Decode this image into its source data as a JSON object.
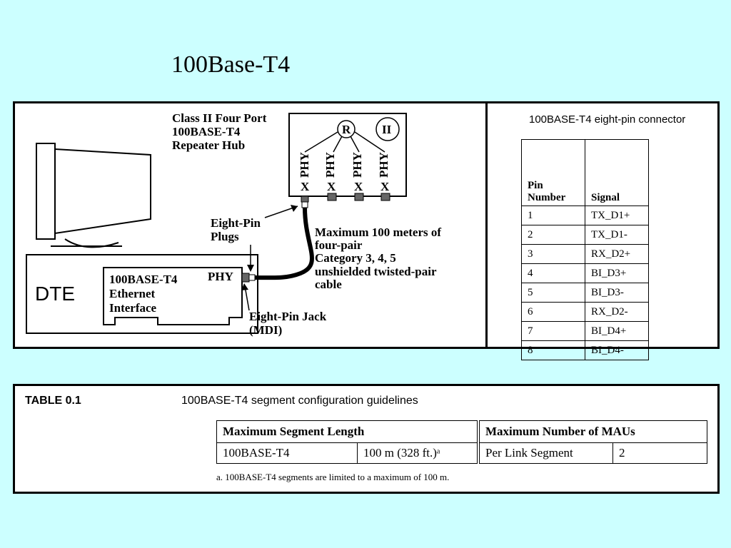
{
  "title": "100Base-T4",
  "diagram": {
    "hub_label": [
      "Class II Four Port",
      "100BASE-T4",
      "Repeater Hub"
    ],
    "hub_repeater": "R",
    "hub_class": "II",
    "phy": "PHY",
    "port_x": "X",
    "plugs_label": [
      "Eight-Pin",
      "Plugs"
    ],
    "cable_label": [
      "Maximum 100 meters of",
      "four-pair",
      "Category 3, 4, 5",
      "unshielded twisted-pair",
      "cable"
    ],
    "dte": "DTE",
    "interface_label": [
      "100BASE-T4",
      "Ethernet",
      "Interface"
    ],
    "jack_label": [
      "Eight-Pin Jack",
      "(MDI)"
    ]
  },
  "pin_table": {
    "caption": "100BASE-T4 eight-pin connector",
    "col_pin": "Pin Number",
    "col_signal": "Signal",
    "rows": [
      {
        "pin": "1",
        "signal": "TX_D1+"
      },
      {
        "pin": "2",
        "signal": "TX_D1-"
      },
      {
        "pin": "3",
        "signal": "RX_D2+"
      },
      {
        "pin": "4",
        "signal": "BI_D3+"
      },
      {
        "pin": "5",
        "signal": "BI_D3-"
      },
      {
        "pin": "6",
        "signal": "RX_D2-"
      },
      {
        "pin": "7",
        "signal": "BI_D4+"
      },
      {
        "pin": "8",
        "signal": "BI_D4-"
      }
    ]
  },
  "seg_table": {
    "label": "TABLE 0.1",
    "caption": "100BASE-T4 segment configuration guidelines",
    "h1": "Maximum Segment Length",
    "h2": "Maximum Number of MAUs",
    "r1": "100BASE-T4",
    "r2": "100 m (328 ft.)ᵃ",
    "r3": "Per Link Segment",
    "r4": "2",
    "footnote": "a. 100BASE-T4 segments are limited to a maximum of 100 m."
  }
}
